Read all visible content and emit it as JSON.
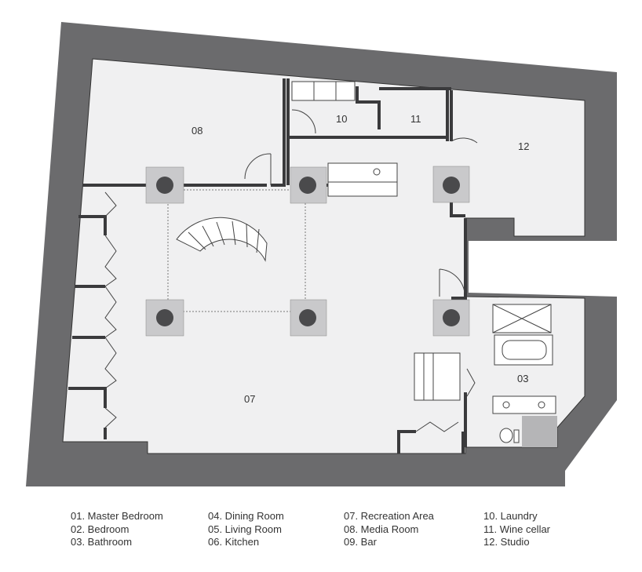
{
  "rooms": {
    "r07": "07",
    "r08": "08",
    "r10": "10",
    "r11": "11",
    "r12": "12",
    "r03": "03"
  },
  "legend": [
    [
      "01. Master Bedroom",
      "02. Bedroom",
      "03. Bathroom"
    ],
    [
      "04. Dining Room",
      "05. Living Room",
      "06. Kitchen"
    ],
    [
      "07. Recreation Area",
      "08. Media Room",
      "09. Bar"
    ],
    [
      "10. Laundry",
      "11. Wine cellar",
      "12. Studio"
    ]
  ],
  "colors": {
    "wall": "#6b6b6d",
    "floor": "#f0f0f1",
    "column": "#4a4a4c",
    "column_base": "#c9c9cb",
    "line": "#333333"
  }
}
